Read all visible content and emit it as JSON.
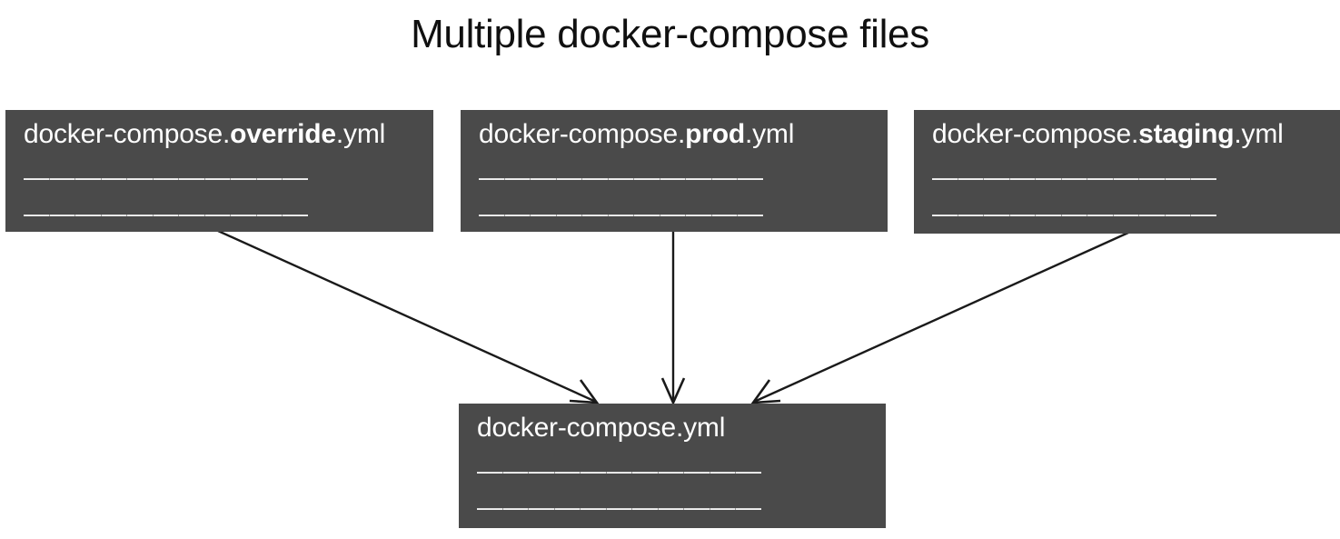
{
  "title": "Multiple docker-compose files",
  "theme": {
    "background": "#ffffff",
    "box_fill": "#4a4a4a",
    "box_text": "#ffffff",
    "title_text": "#101010",
    "arrow_stroke": "#1a1a1a"
  },
  "dash_line": "———————————",
  "boxes": {
    "override": {
      "prefix": "docker-compose.",
      "emphasis": "override",
      "suffix": ".yml",
      "line1": "———————————",
      "line2": "———————————"
    },
    "prod": {
      "prefix": "docker-compose.",
      "emphasis": "prod",
      "suffix": ".yml",
      "line1": "———————————",
      "line2": "———————————"
    },
    "staging": {
      "prefix": "docker-compose.",
      "emphasis": "staging",
      "suffix": ".yml",
      "line1": "———————————",
      "line2": "———————————"
    },
    "base": {
      "prefix": "docker-compose.yml",
      "emphasis": "",
      "suffix": "",
      "line1": "———————————",
      "line2": "———————————"
    }
  },
  "arrows": [
    {
      "name": "override-to-base",
      "from": "override",
      "to": "base"
    },
    {
      "name": "prod-to-base",
      "from": "prod",
      "to": "base"
    },
    {
      "name": "staging-to-base",
      "from": "staging",
      "to": "base"
    }
  ]
}
